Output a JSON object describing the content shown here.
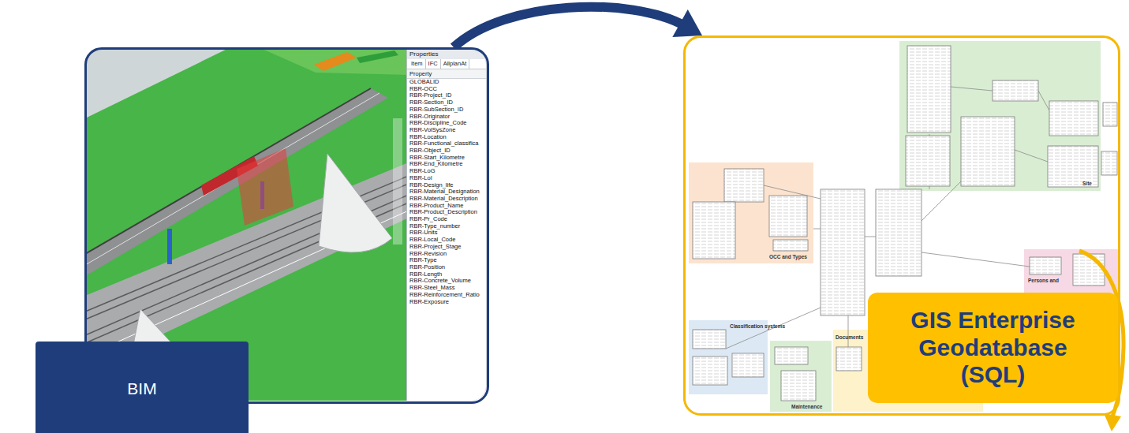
{
  "diagram": {
    "nodes": [
      {
        "text": [
          "BIM"
        ]
      },
      {
        "text": [
          "GIS Enterprise Geodatabase (SQL)"
        ]
      }
    ],
    "edges": [
      {
        "from": 0,
        "to": 1,
        "arrow": "to"
      }
    ],
    "labels": [
      "Properties",
      "Item",
      "IFC",
      "AllplanAt",
      "Property",
      "GLOBALID",
      "RBR-OCC",
      "RBR-Project_ID",
      "RBR-Section_ID",
      "RBR-SubSection_ID",
      "RBR-Originator",
      "RBR-Discipline_Code",
      "RBR-VolSysZone",
      "RBR-Location",
      "RBR-Functional_classifica",
      "RBR-Object_ID",
      "RBR-Start_Kilometre",
      "RBR-End_Kilometre",
      "RBR-LoG",
      "RBR-LoI",
      "RBR-Design_life",
      "RBR-Material_Designation",
      "RBR-Material_Description",
      "RBR-Product_Name",
      "RBR-Product_Description",
      "RBR-Pr_Code",
      "RBR-Type_number",
      "RBR-Units",
      "RBR-Local_Code",
      "RBR-Project_Stage",
      "RBR-Revision",
      "RBR-Type",
      "RBR-Position",
      "RBR-Length",
      "RBR-Concrete_Volume",
      "RBR-Steel_Mass",
      "RBR-Reinforcement_Ratio",
      "RBR-Exposure",
      "Site",
      "OCC and Types",
      "Classification systems",
      "Maintenance",
      "Documents",
      "Persons and"
    ]
  }
}
